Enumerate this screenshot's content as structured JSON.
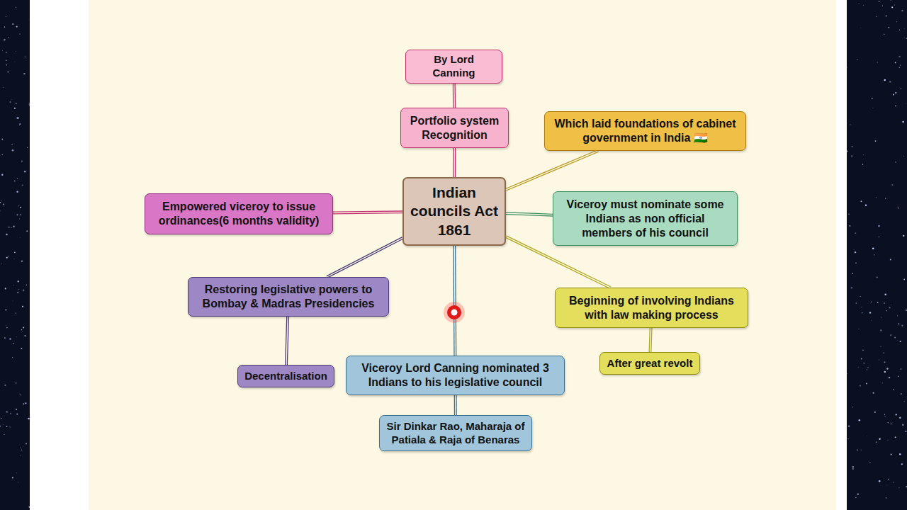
{
  "diagram": {
    "nodes": [
      {
        "text": [
          "Indian councils Act 1861"
        ]
      },
      {
        "text": [
          "By Lord Canning"
        ]
      },
      {
        "text": [
          "Portfolio system Recognition"
        ]
      },
      {
        "text": [
          "Which laid foundations of cabinet government in India 🇮🇳"
        ]
      },
      {
        "text": [
          "Empowered viceroy to issue ordinances(6 months validity)"
        ]
      },
      {
        "text": [
          "Viceroy must nominate some Indians as non official members of his council"
        ]
      },
      {
        "text": [
          "Restoring legislative powers to Bombay & Madras Presidencies"
        ]
      },
      {
        "text": [
          "Beginning of involving Indians with law making process"
        ]
      },
      {
        "text": [
          "Decentralisation"
        ]
      },
      {
        "text": [
          "Viceroy Lord Canning nominated 3 Indians to his legislative council"
        ]
      },
      {
        "text": [
          "After great revolt"
        ]
      },
      {
        "text": [
          "Sir Dinkar Rao, Maharaja of Patiala & Raja of Benaras"
        ]
      }
    ],
    "edges": [
      {
        "from": 0,
        "to": 2,
        "arrow": "none"
      },
      {
        "from": 2,
        "to": 1,
        "arrow": "none"
      },
      {
        "from": 0,
        "to": 3,
        "arrow": "none"
      },
      {
        "from": 0,
        "to": 5,
        "arrow": "none"
      },
      {
        "from": 0,
        "to": 4,
        "arrow": "none"
      },
      {
        "from": 0,
        "to": 6,
        "arrow": "none"
      },
      {
        "from": 6,
        "to": 8,
        "arrow": "none"
      },
      {
        "from": 0,
        "to": 9,
        "arrow": "none"
      },
      {
        "from": 9,
        "to": 11,
        "arrow": "none"
      },
      {
        "from": 0,
        "to": 7,
        "arrow": "none"
      },
      {
        "from": 7,
        "to": 10,
        "arrow": "none"
      }
    ]
  }
}
